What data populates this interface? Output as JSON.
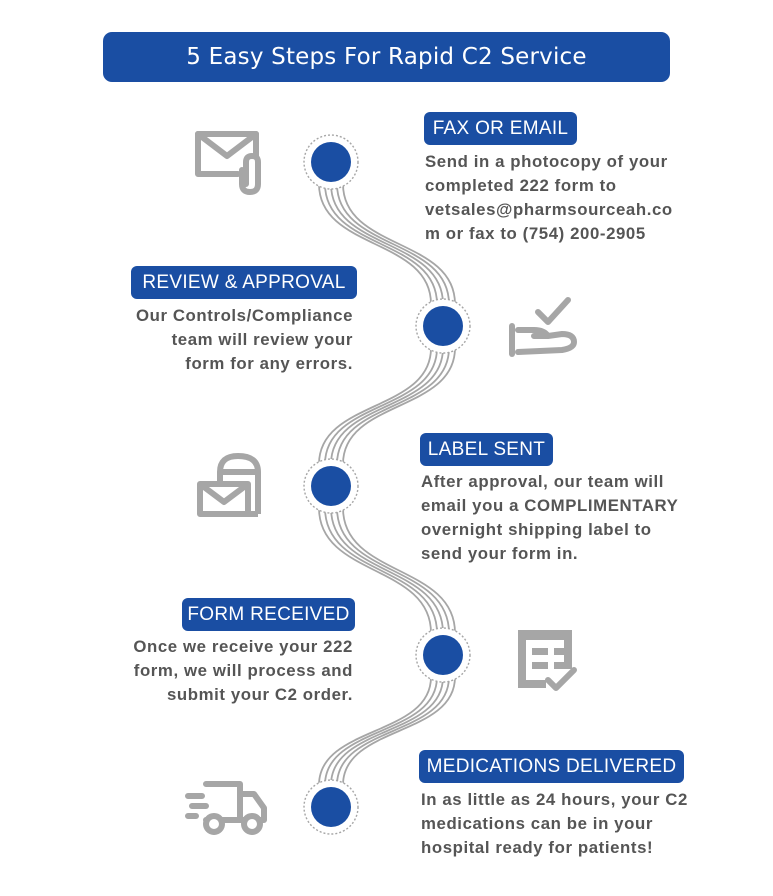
{
  "title": "5 Easy Steps For Rapid C2 Service",
  "colors": {
    "brand_blue": "#1a4ea3",
    "gray": "#a6a6a6",
    "text": "#555555"
  },
  "steps": [
    {
      "label": "FAX OR EMAIL",
      "text": "Send in a photocopy of your\ncompleted 222 form to\nvetsales@pharmsourceah.co\nm or fax to (754) 200-2905",
      "icon": "mail-attachment-icon"
    },
    {
      "label": "REVIEW & APPROVAL",
      "text": "Our Controls/Compliance\nteam will review your\nform for any errors.",
      "icon": "hand-check-icon"
    },
    {
      "label": "LABEL SENT",
      "text": "After approval, our team will\nemail you a COMPLIMENTARY\novernight shipping label to\nsend your form in.",
      "icon": "mailbox-icon"
    },
    {
      "label": "FORM RECEIVED",
      "text": "Once we receive your 222\nform, we will process and\nsubmit your C2 order.",
      "icon": "form-check-icon"
    },
    {
      "label": "MEDICATIONS DELIVERED",
      "text": "In as little as 24 hours, your C2\nmedications can be in your\nhospital ready for patients!",
      "icon": "delivery-truck-icon"
    }
  ]
}
